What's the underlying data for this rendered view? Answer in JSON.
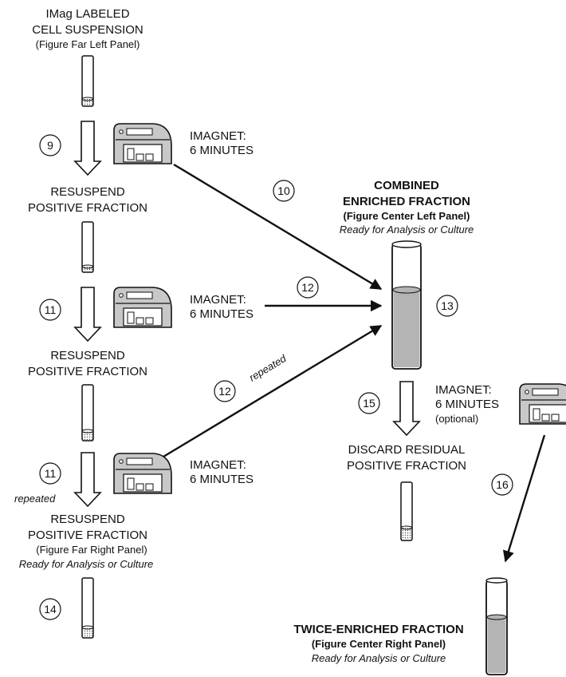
{
  "start": {
    "line1": "IMag LABELED",
    "line2": "CELL SUSPENSION",
    "line3": "(Figure Far Left Panel)"
  },
  "imagnet": {
    "label": "IMAGNET:",
    "minutes": "6 MINUTES",
    "optional": "(optional)"
  },
  "resuspend": {
    "line1": "RESUSPEND",
    "line2": "POSITIVE FRACTION"
  },
  "far_right_panel": {
    "line1": "(Figure Far Right Panel)",
    "line2": "Ready for Analysis or Culture"
  },
  "repeated": "repeated",
  "combined": {
    "line1": "COMBINED",
    "line2": "ENRICHED FRACTION",
    "line3": "(Figure Center Left Panel)",
    "line4": "Ready for Analysis or Culture"
  },
  "discard": {
    "line1": "DISCARD RESIDUAL",
    "line2": "POSITIVE FRACTION"
  },
  "twice": {
    "line1": "TWICE-ENRICHED FRACTION",
    "line2": "(Figure Center Right Panel)",
    "line3": "Ready for Analysis or Culture"
  },
  "steps": {
    "s9": "9",
    "s10": "10",
    "s11": "11",
    "s12": "12",
    "s13": "13",
    "s14": "14",
    "s15": "15",
    "s16": "16"
  },
  "colors": {
    "ink": "#111111",
    "liquid": "#b4b4b4",
    "device": "#c8c8c8"
  }
}
